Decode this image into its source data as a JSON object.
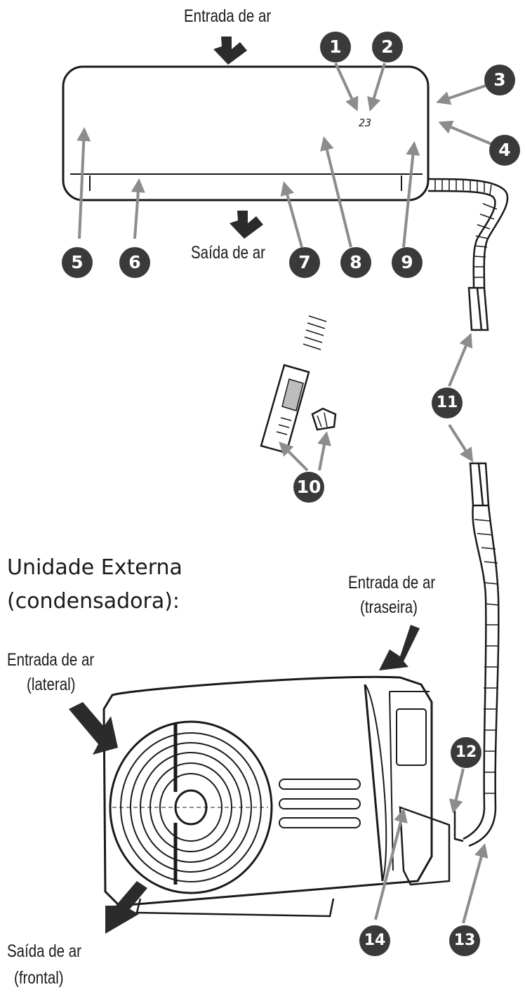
{
  "indoor": {
    "air_in_top": "Entrada de ar",
    "air_out_bottom": "Saída de ar",
    "display_value": "23"
  },
  "outdoor": {
    "heading_line1": "Unidade Externa",
    "heading_line2": "(condensadora):",
    "air_in_rear_1": "Entrada de ar",
    "air_in_rear_2": "(traseira)",
    "air_in_side_1": "Entrada de ar",
    "air_in_side_2": "(lateral)",
    "air_out_front_1": "Saída de ar",
    "air_out_front_2": "(frontal)"
  },
  "callouts": [
    "1",
    "2",
    "3",
    "4",
    "5",
    "6",
    "7",
    "8",
    "9",
    "10",
    "11",
    "12",
    "13",
    "14"
  ],
  "colors": {
    "line": "#1a1a1a",
    "callout_fill": "#3a3a3a",
    "arrow_fill": "#8c8c8c"
  }
}
